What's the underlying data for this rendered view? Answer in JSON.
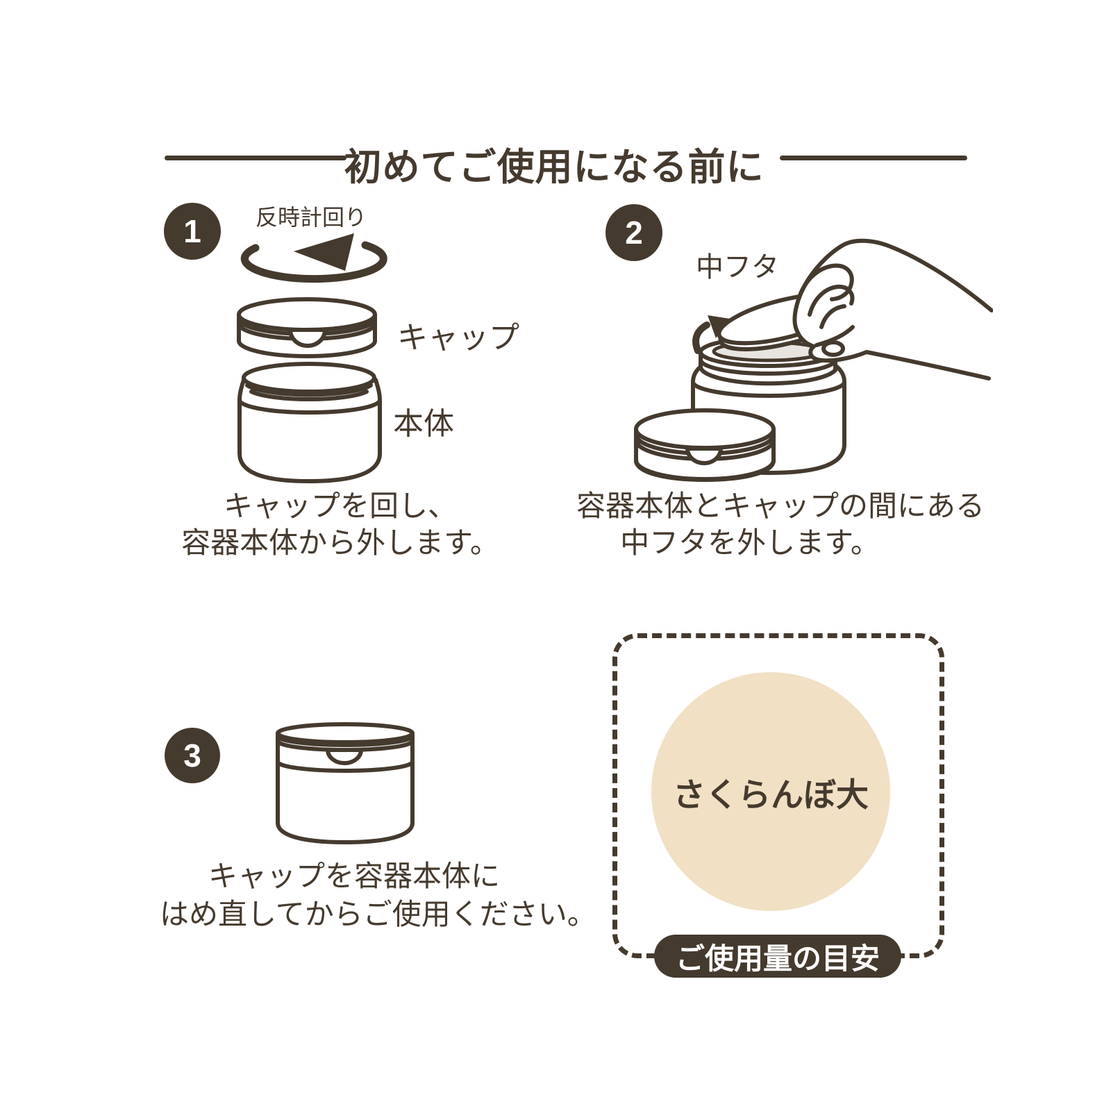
{
  "title": "初めてご使用になる前に",
  "steps": [
    {
      "number": "1",
      "rotation_label": "反時計回り",
      "cap_label": "キャップ",
      "body_label": "本体",
      "caption": [
        "キャップを回し、",
        "容器本体から外します。"
      ]
    },
    {
      "number": "2",
      "inner_lid_label": "中フタ",
      "caption": [
        "容器本体とキャップの間にある",
        "中フタを外します。"
      ]
    },
    {
      "number": "3",
      "caption": [
        "キャップを容器本体に",
        "はめ直してからご使用ください。"
      ]
    }
  ],
  "usage_guide": {
    "amount_text": "さくらんぼ大",
    "badge_label": "ご使用量の目安"
  },
  "colors": {
    "ink": "#453A2E",
    "beige_circle": "#F1E0C4",
    "jar_inner_gray": "#E8E5E1",
    "background": "#FFFFFF"
  }
}
